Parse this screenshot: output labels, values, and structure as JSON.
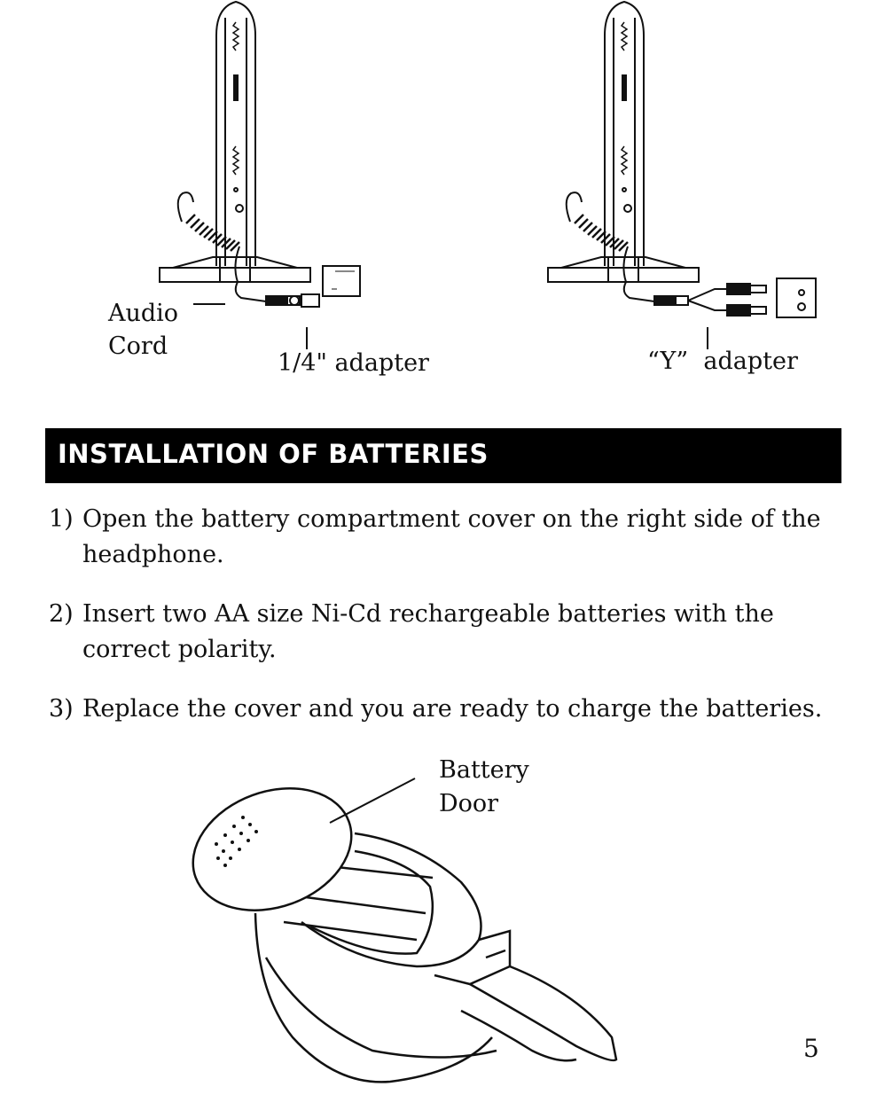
{
  "diagrams": {
    "left": {
      "audio_cord_label_line1": "Audio",
      "audio_cord_label_line2": "Cord",
      "adapter_label": "1/4\" adapter"
    },
    "right": {
      "adapter_label": "“Y”  adapter"
    }
  },
  "section": {
    "title": "INSTALLATION OF BATTERIES"
  },
  "steps": [
    {
      "number": "1)",
      "text": "Open the battery compartment cover on the right side of the headphone."
    },
    {
      "number": "2)",
      "text": "Insert two AA size Ni-Cd rechargeable batteries with the correct polarity."
    },
    {
      "number": "3)",
      "text": "Replace the cover and you are ready to charge the batteries."
    }
  ],
  "headphone_illustration": {
    "label_line1": "Battery",
    "label_line2": "Door"
  },
  "page_number": "5"
}
